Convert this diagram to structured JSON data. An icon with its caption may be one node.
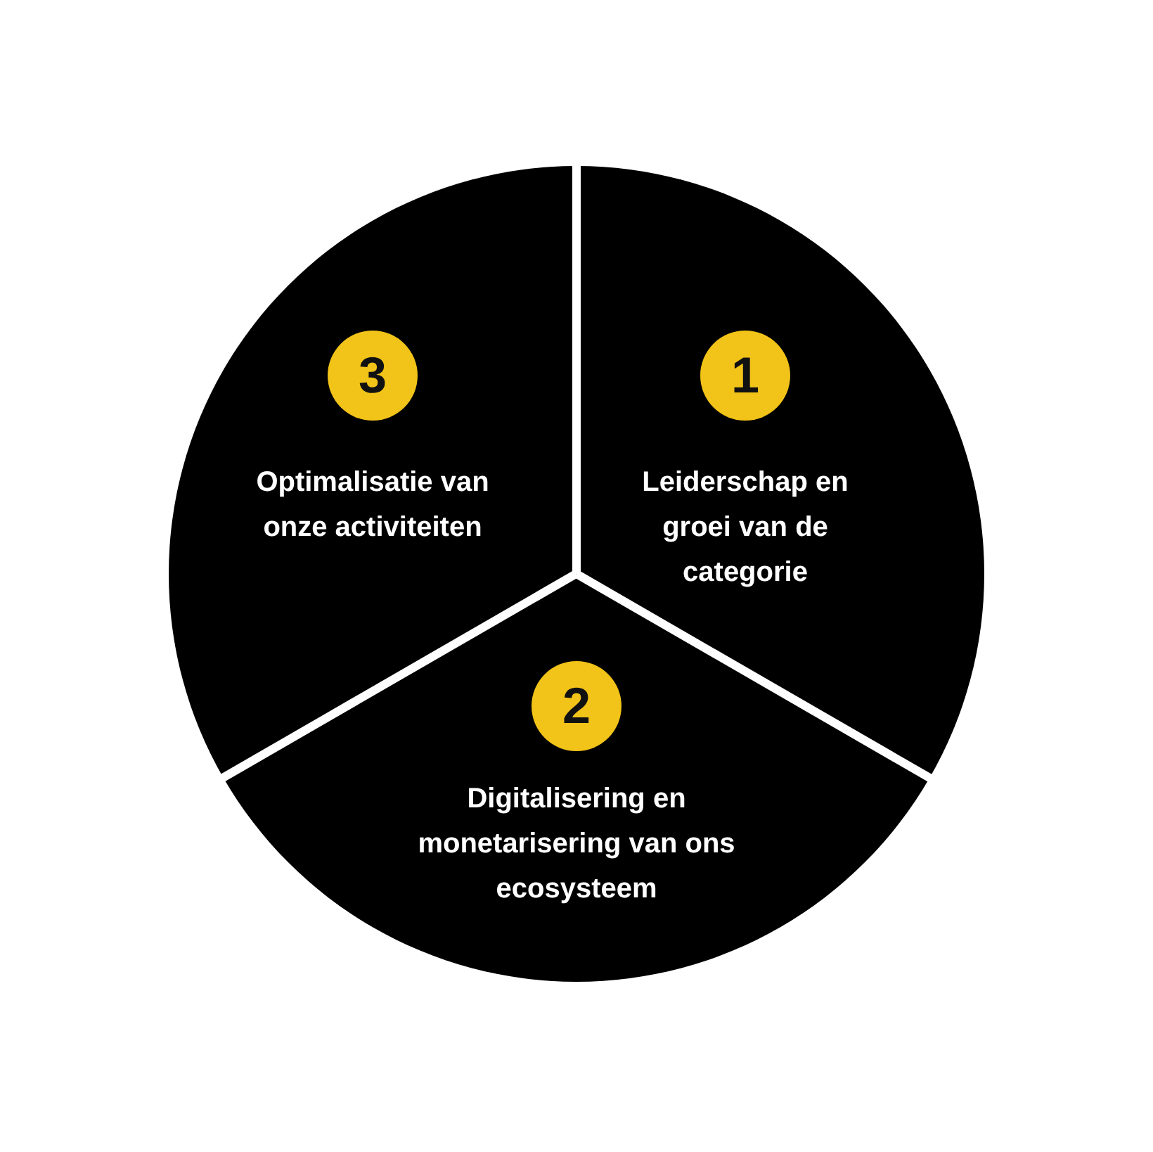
{
  "diagram": {
    "nodes": [
      {
        "text": [
          "Optimalisatie van onze activiteiten"
        ]
      },
      {
        "text": [
          "3"
        ],
        "in": 0
      },
      {
        "text": [
          "Leiderschap en groei van de categorie"
        ]
      },
      {
        "text": [
          "1"
        ],
        "in": 2
      },
      {
        "text": [
          "Digitalisering en monetarisering van ons ecosysteem"
        ]
      },
      {
        "text": [
          "2"
        ],
        "in": 4
      }
    ]
  }
}
